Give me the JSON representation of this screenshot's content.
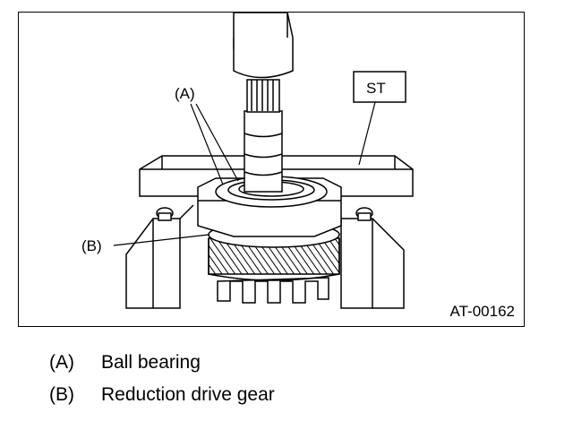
{
  "figure": {
    "callouts": {
      "a": "(A)",
      "b": "(B)",
      "st": "ST"
    },
    "code": "AT-00162"
  },
  "legend": [
    {
      "key": "(A)",
      "text": "Ball bearing"
    },
    {
      "key": "(B)",
      "text": "Reduction drive gear"
    }
  ]
}
